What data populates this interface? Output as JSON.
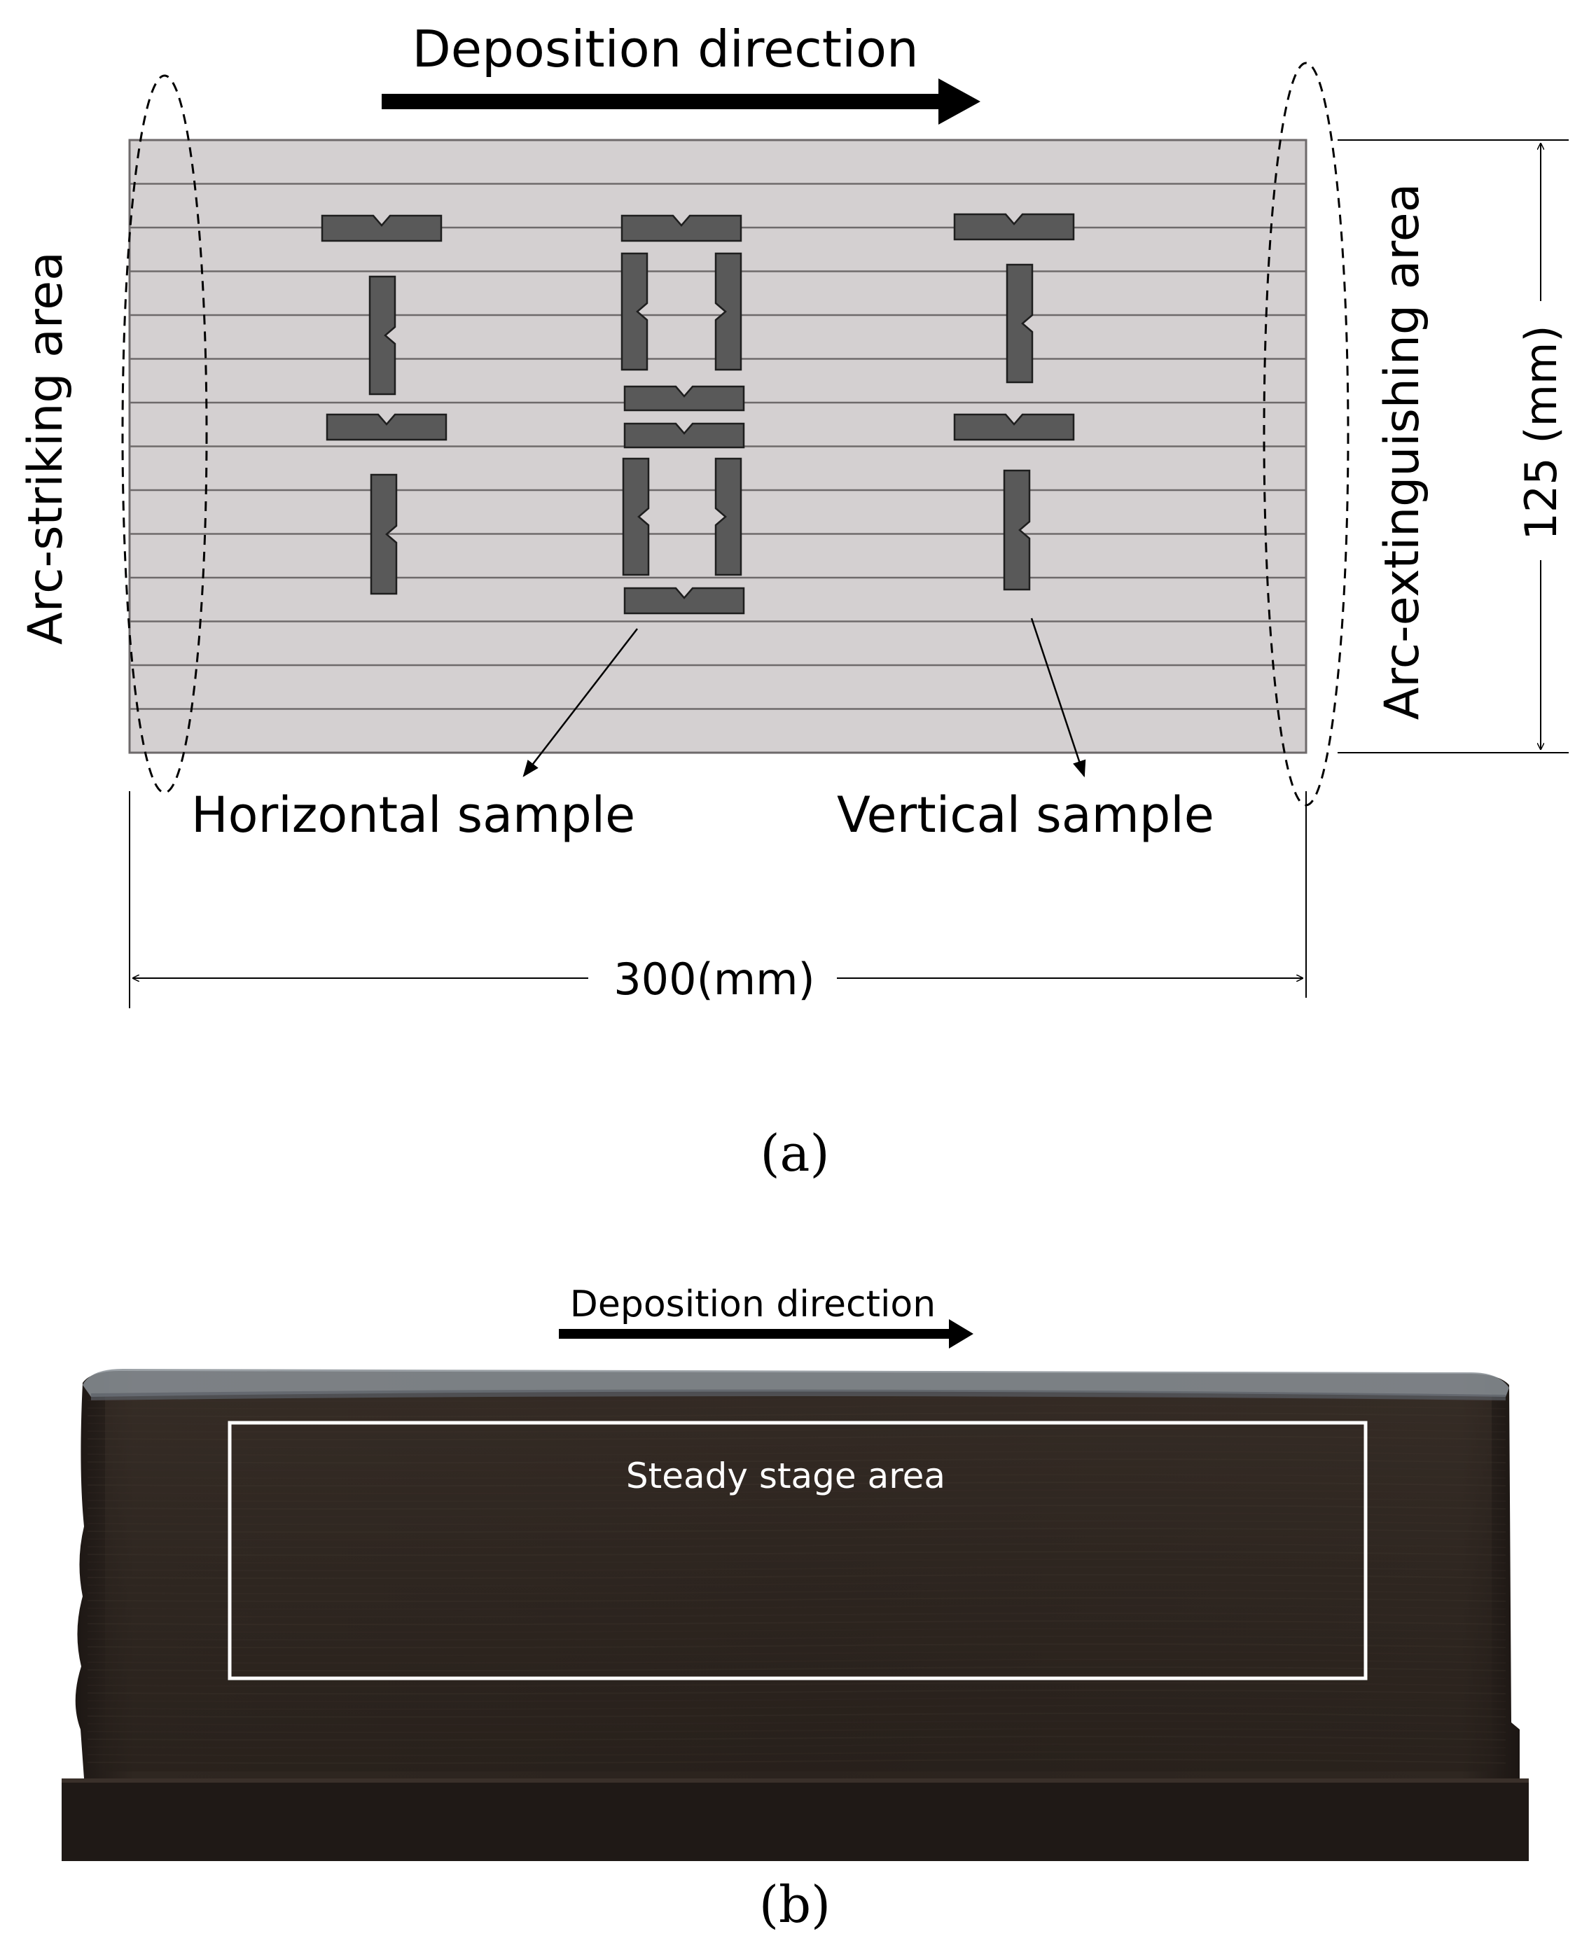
{
  "panel_a": {
    "deposition_label": "Deposition direction",
    "arc_striking_label": "Arc-striking area",
    "arc_extinguishing_label": "Arc-extinguishing area",
    "height_label": "125 (mm)",
    "width_label": "300(mm)",
    "horizontal_sample_label": "Horizontal sample",
    "vertical_sample_label": "Vertical sample",
    "caption": "(a)"
  },
  "panel_b": {
    "deposition_label": "Deposition direction",
    "steady_label": "Steady stage area",
    "caption": "(b)"
  },
  "colors": {
    "plate_fill": "#d4d0d1",
    "plate_lines": "#6e6a6b",
    "sample_fill": "#595959",
    "sample_stroke": "#1e1e1e",
    "photo_dark": "#2b231e",
    "photo_base": "#1f1916",
    "photo_top_edge": "#8a9096",
    "steady_box": "#ffffff"
  }
}
